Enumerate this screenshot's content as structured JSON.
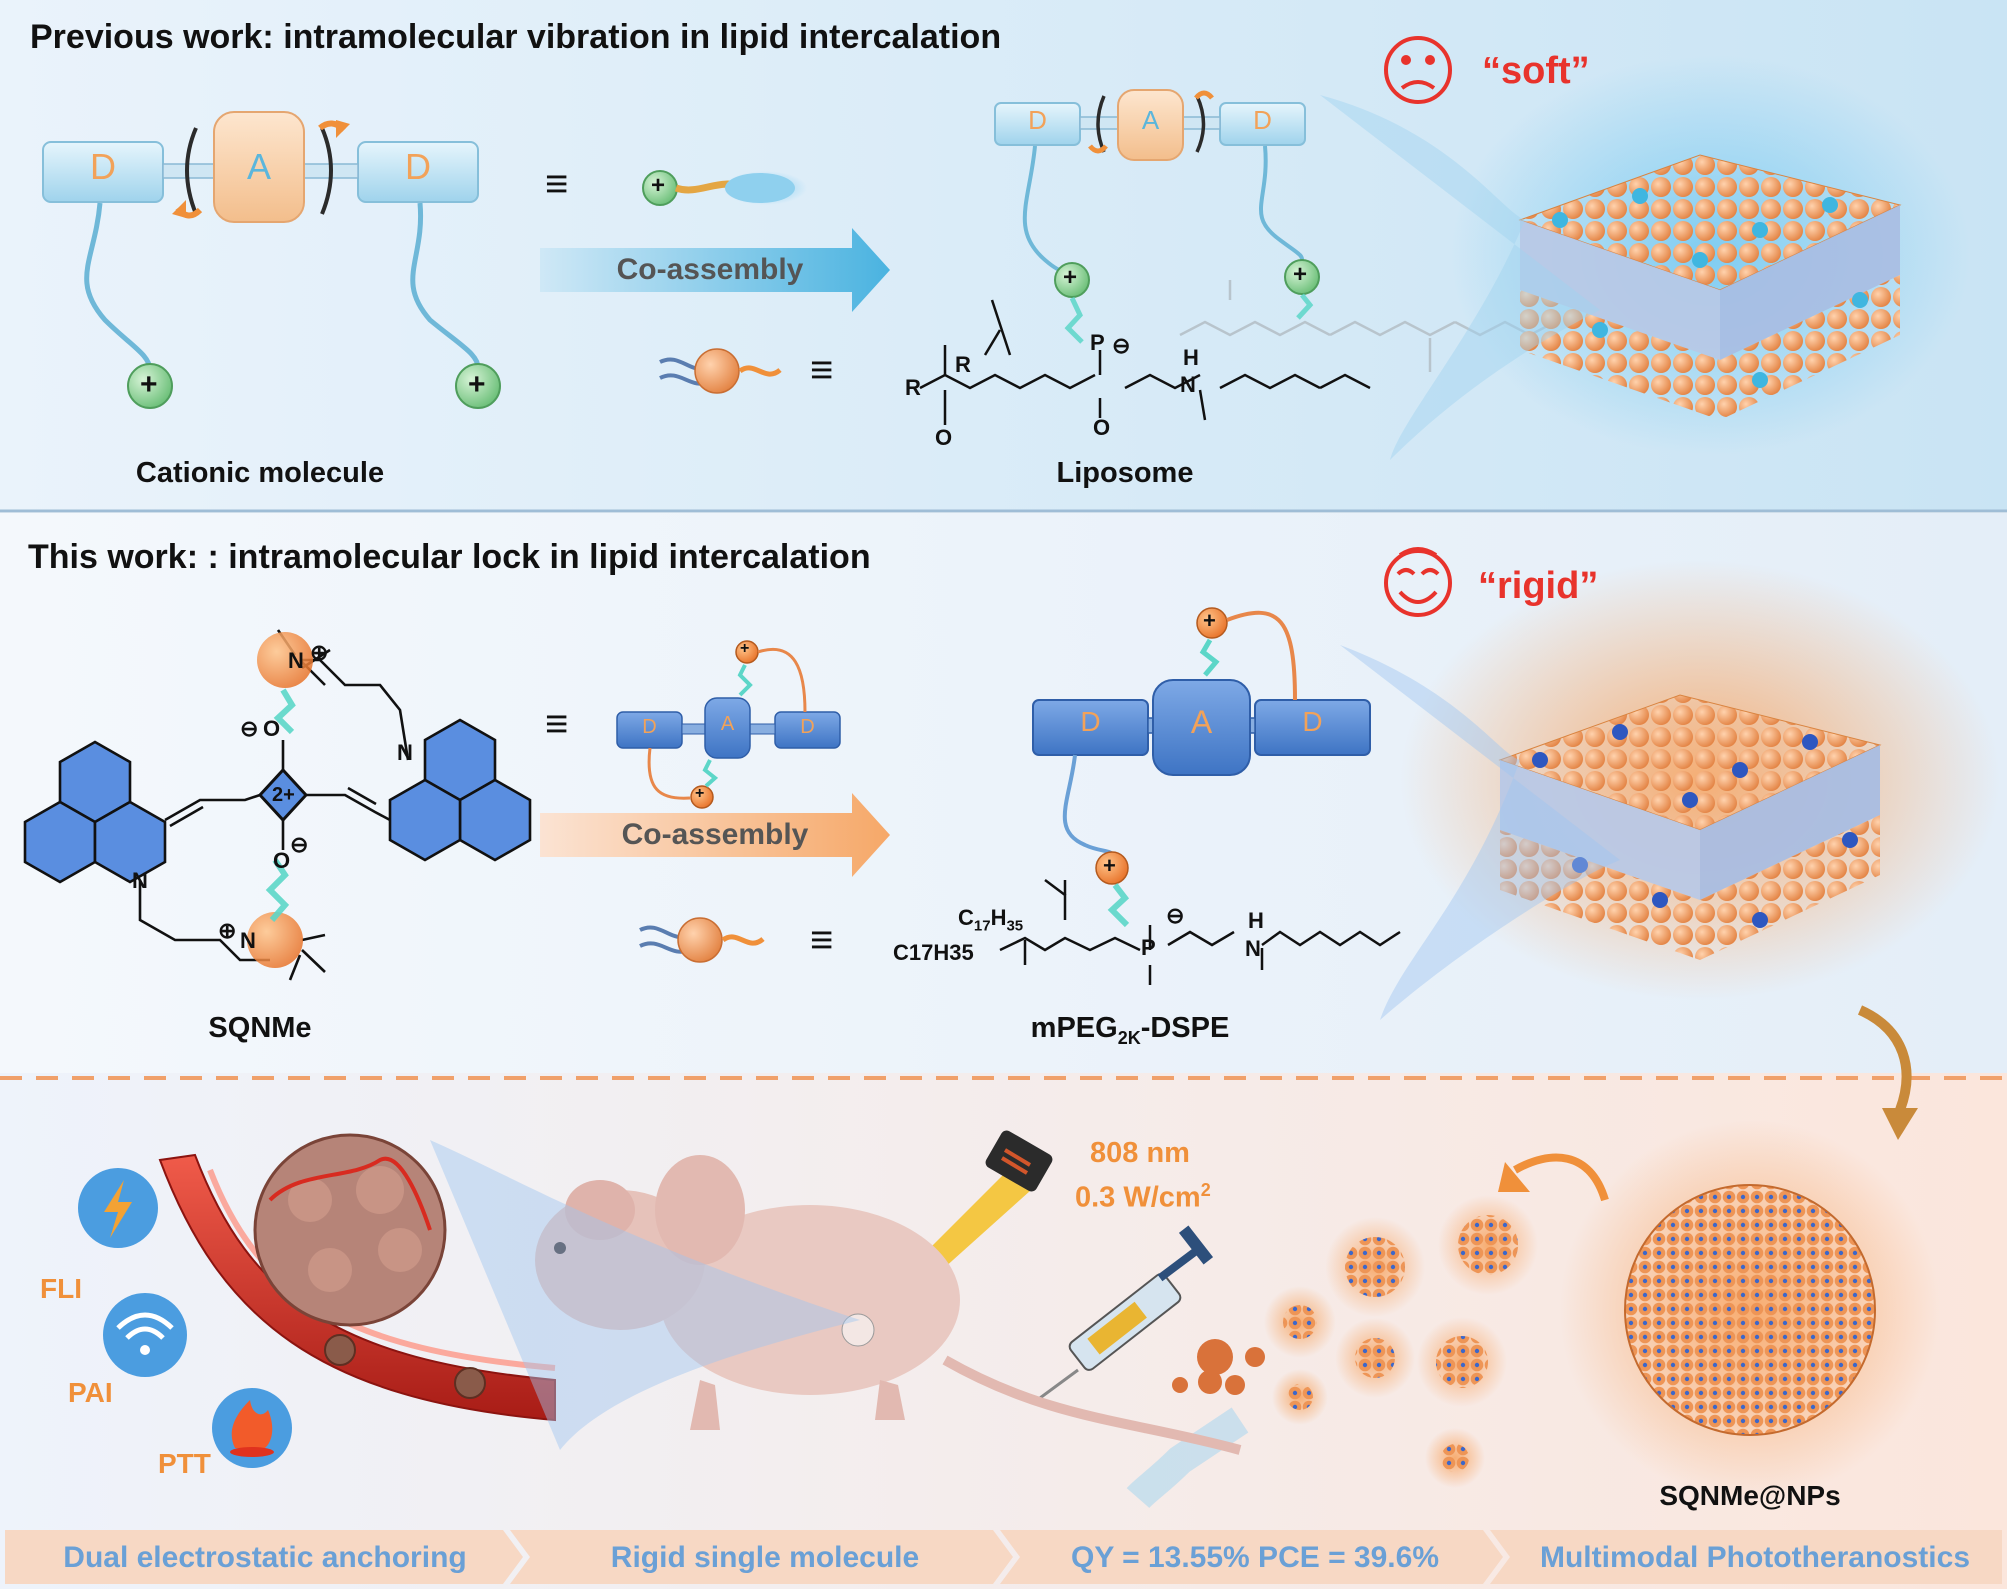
{
  "top_panel": {
    "title": "Previous work: intramolecular vibration in lipid intercalation",
    "mood_label": "“soft”",
    "left_caption": "Cationic molecule",
    "right_caption": "Liposome",
    "arrow_label": "Co-assembly",
    "block_labels": {
      "donor": "D",
      "acceptor": "A"
    },
    "charge_symbol": "+",
    "equiv_symbol": "≡",
    "lipid_chem": {
      "acyl_R": "R",
      "atoms": [
        "O",
        "P",
        "N",
        "H"
      ],
      "charge_minus": "⊖"
    }
  },
  "middle_panel": {
    "title": "This work: : intramolecular lock in lipid intercalation",
    "mood_label": "“rigid”",
    "left_caption": "SQNMe",
    "right_caption_main": "mPEG",
    "right_caption_sub": "2K",
    "right_caption_tail": "-DSPE",
    "arrow_label": "Co-assembly",
    "squaraine_core_label": "2+",
    "atoms": {
      "N": "N",
      "O": "O",
      "plus": "⊕",
      "minus": "⊖"
    },
    "lipid_chem": {
      "chain1_main": "C",
      "chain1_sub1": "17",
      "chain1_mid": "H",
      "chain1_sub2": "35",
      "chain2": "C17H35"
    }
  },
  "bottom_panel": {
    "modalities": [
      "FLI",
      "PAI",
      "PTT"
    ],
    "laser_wavelength": "808 nm",
    "laser_power_main": "0.3 W/cm",
    "laser_power_sup": "2",
    "nanoparticle_label": "SQNMe@NPs"
  },
  "steps": [
    "Dual electrostatic anchoring",
    "Rigid single molecule",
    "QY = 13.55%  PCE = 39.6%",
    "Multimodal Phototheranostics"
  ],
  "colors": {
    "top_bg": "#d8ebf7",
    "mid_bg": "#e4f0f9",
    "bottom_bg": "#fbe9e3",
    "donor_block": "#bfe3f3",
    "acceptor_block": "#f8d3ae",
    "blue_block": "#4f86d2",
    "lipid_head": "#ef9a5a",
    "accent_orange": "#f0903a",
    "accent_red": "#e8332c",
    "step_bar": "#f7d8c4",
    "step_text": "#6aa0d6"
  }
}
